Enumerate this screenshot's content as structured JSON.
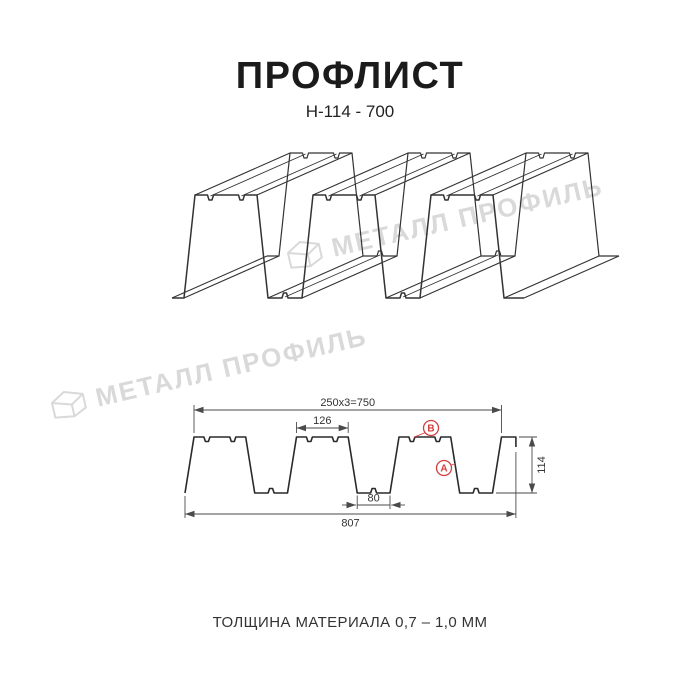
{
  "header": {
    "title": "ПРОФЛИСТ",
    "subtitle": "Н-114 - 700"
  },
  "watermark": {
    "text": "МЕТАЛЛ ПРОФИЛЬ"
  },
  "drawing": {
    "dims": {
      "top_total": "250x3=750",
      "crest_width": "126",
      "height": "114",
      "valley_width": "80",
      "overall_width": "807"
    },
    "markers": {
      "b": "В",
      "a": "А"
    },
    "accent_color": "#d43d3d",
    "line_color": "#2f2f2f"
  },
  "footer": {
    "caption": "ТОЛЩИНА МАТЕРИАЛА 0,7 – 1,0 ММ"
  }
}
